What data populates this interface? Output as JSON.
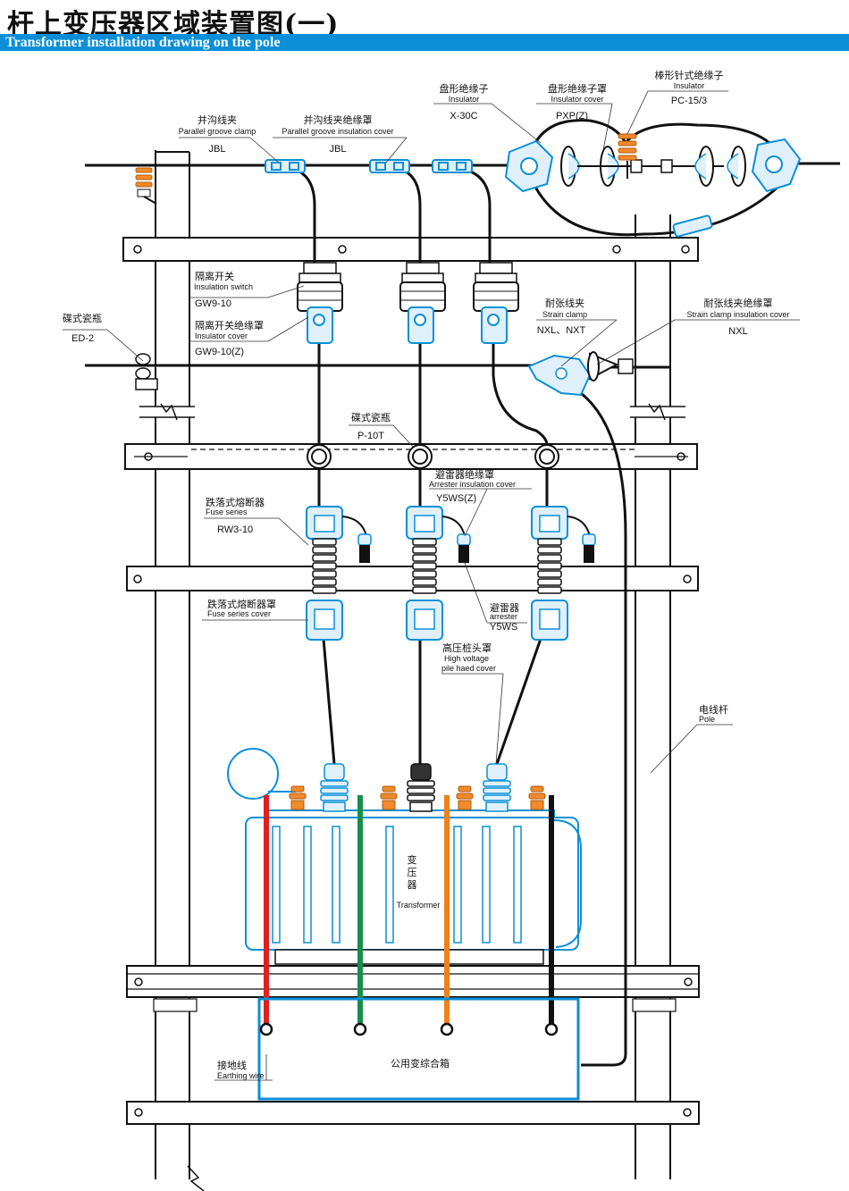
{
  "title": {
    "cn": "杆上变压器区域装置图(一)",
    "en": "Transformer installation drawing on the pole"
  },
  "colors": {
    "accent_blue": "#0a8fd8",
    "phase_red": "#e02020",
    "phase_green": "#149048",
    "phase_orange": "#f08018",
    "phase_black": "#111111",
    "insulator_orange": "#f08a2a"
  },
  "labels": {
    "jbl_clamp": {
      "cn": "并沟线夹",
      "en": "Parallel groove clamp",
      "code": "JBL"
    },
    "jbl_cover": {
      "cn": "并沟线夹绝缘罩",
      "en": "Parallel groove insulation cover",
      "code": "JBL"
    },
    "disc_insulator": {
      "cn": "盘形绝缘子",
      "en": "Insulator",
      "code": "X-30C"
    },
    "disc_insulator_cover": {
      "cn": "盘形绝缘子罩",
      "en": "Insulator cover",
      "code": "PXP(Z)"
    },
    "pin_insulator": {
      "cn": "棒形针式绝缘子",
      "en": "Insulator",
      "code": "PC-15/3"
    },
    "isolation_switch": {
      "cn": "隔离开关",
      "en": "Insulation switch",
      "code": "GW9-10"
    },
    "isolation_switch_cover": {
      "cn": "隔离开关绝缘罩",
      "en": "Insulator cover",
      "code": "GW9-10(Z)"
    },
    "butterfly_insulator_ed": {
      "cn": "碟式瓷瓶",
      "code": "ED-2"
    },
    "strain_clamp": {
      "cn": "耐张线夹",
      "en": "Strain clamp",
      "code": "NXL、NXT"
    },
    "strain_clamp_cover": {
      "cn": "耐张线夹绝缘罩",
      "en": "Strain clamp insulation cover",
      "code": "NXL"
    },
    "butterfly_insulator_p": {
      "cn": "碟式瓷瓶",
      "code": "P-10T"
    },
    "arrester_cover": {
      "cn": "避雷器绝缘罩",
      "en": "Arrester insulation cover",
      "code": "Y5WS(Z)"
    },
    "fuse": {
      "cn": "跌落式熔断器",
      "en": "Fuse series",
      "code": "RW3-10"
    },
    "fuse_cover": {
      "cn": "跌落式熔断器罩",
      "en": "Fuse series cover"
    },
    "arrester": {
      "cn": "避雷器",
      "en": "arrester",
      "code": "Y5WS"
    },
    "hv_pile_cover": {
      "cn": "高压桩头罩",
      "en1": "High voltage",
      "en2": "pile haed cover"
    },
    "pole": {
      "cn": "电线杆",
      "en": "Pole"
    },
    "transformer": {
      "cn1": "变",
      "cn2": "压",
      "cn3": "器",
      "en": "Transformer"
    },
    "earthing": {
      "cn": "接地线",
      "en": "Earthing wire"
    },
    "box": {
      "cn": "公用变综合箱"
    }
  }
}
